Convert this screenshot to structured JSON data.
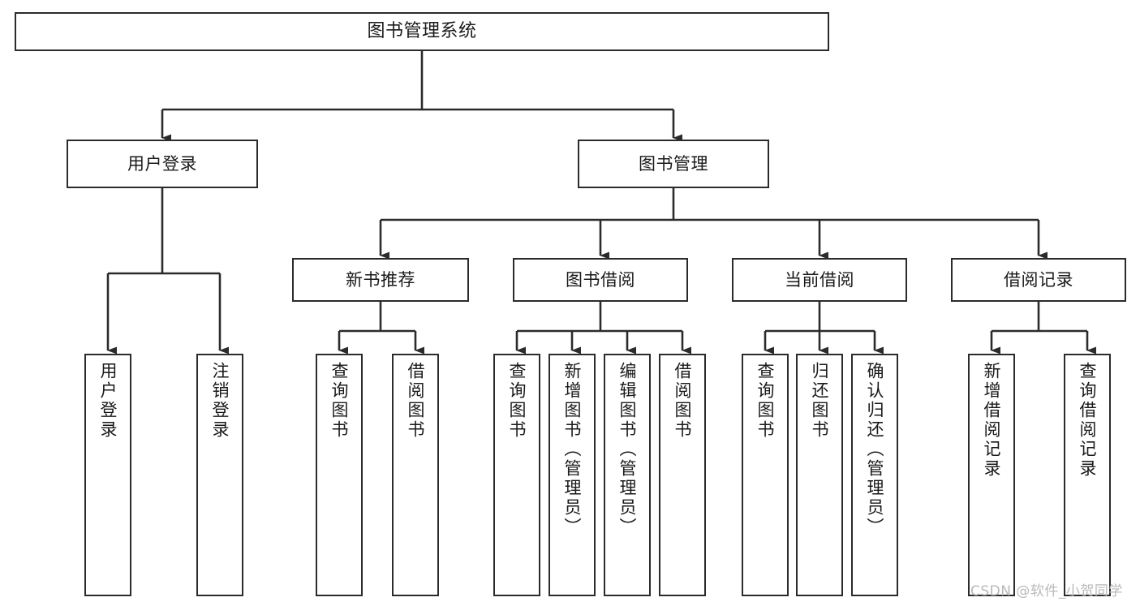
{
  "diagram": {
    "kind": "function-structure-tree",
    "title": "图书管理系统",
    "watermark": "CSDN @软件_小贺同学",
    "colors": {
      "box_stroke": "#2b2b2b",
      "edge_stroke": "#2b2b2b",
      "background": "#ffffff",
      "text": "#1a1a1a",
      "watermark": "#b9b9b9"
    },
    "nodes": {
      "root": {
        "label": "图书管理系统"
      },
      "level2": [
        {
          "label": "用户登录"
        },
        {
          "label": "图书管理"
        }
      ],
      "level3": [
        {
          "label": "新书推荐"
        },
        {
          "label": "图书借阅"
        },
        {
          "label": "当前借阅"
        },
        {
          "label": "借阅记录"
        }
      ],
      "leaves": {
        "user_login": [
          {
            "label": "用户登录"
          },
          {
            "label": "注销登录"
          }
        ],
        "new_book_recommend": [
          {
            "label": "查询图书"
          },
          {
            "label": "借阅图书"
          }
        ],
        "book_borrow": [
          {
            "label": "查询图书"
          },
          {
            "label": "新增图书（管理员）"
          },
          {
            "label": "编辑图书（管理员）"
          },
          {
            "label": "借阅图书"
          }
        ],
        "current_borrow": [
          {
            "label": "查询图书"
          },
          {
            "label": "归还图书"
          },
          {
            "label": "确认归还（管理员）"
          }
        ],
        "borrow_record": [
          {
            "label": "新增借阅记录"
          },
          {
            "label": "查询借阅记录"
          }
        ]
      }
    }
  }
}
